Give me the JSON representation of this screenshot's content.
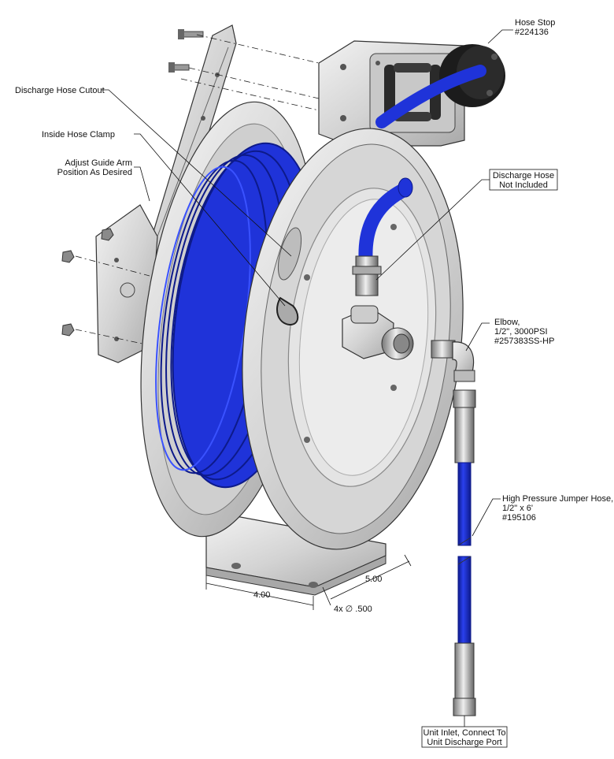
{
  "colors": {
    "hose": "#1f33d9",
    "hose_dark": "#0f1f9e",
    "steel": "#d8d8d8",
    "steel_dark": "#9a9a9a",
    "stop": "#1a1a1a"
  },
  "labels": {
    "hose_stop": [
      "Hose Stop",
      "#224136"
    ],
    "discharge_cutout": [
      "Discharge Hose Cutout"
    ],
    "inside_clamp": [
      "Inside Hose Clamp"
    ],
    "guide_arm": [
      "Adjust Guide Arm",
      "Position As Desired"
    ],
    "discharge_hose": [
      "Discharge Hose",
      "Not Included"
    ],
    "elbow": [
      "Elbow,",
      "1/2\", 3000PSI",
      "#257383SS-HP"
    ],
    "jumper_hose": [
      "High Pressure Jumper Hose,",
      "1/2\" x 6'",
      "#195106"
    ],
    "unit_inlet": [
      "Unit Inlet, Connect To",
      "Unit Discharge Port"
    ]
  },
  "dimensions": {
    "width": "4.00",
    "depth": "5.00",
    "holes": "4x ∅ .500"
  }
}
